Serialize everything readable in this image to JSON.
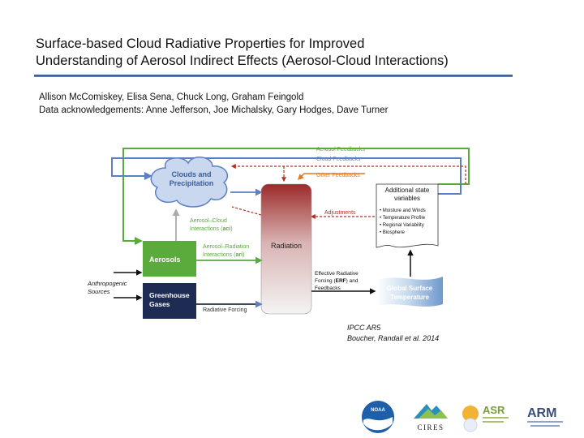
{
  "slide": {
    "title_line1": "Surface-based Cloud Radiative Properties for Improved",
    "title_line2": "Understanding of Aerosol Indirect Effects (Aerosol-Cloud Interactions)",
    "authors": "Allison McComiskey, Elisa Sena, Chuck Long, Graham Feingold",
    "acknowledgements": "Data acknowledgements: Anne Jefferson, Joe Michalsky, Gary Hodges, Dave Turner"
  },
  "diagram": {
    "aerosol_feedbacks": "Aerosol Feedbacks",
    "cloud_feedbacks": "Cloud Feedbacks",
    "other_feedbacks": "Other Feedbacks",
    "clouds_line1": "Clouds and",
    "clouds_line2": "Precipitation",
    "state_line1": "Additional state",
    "state_line2": "variables",
    "state_items": [
      "Moisture and Winds",
      "Temperature Profile",
      "Regional Variability",
      "Biosphere"
    ],
    "adjustments": "Adjustments",
    "aci_line1": "Aerosol–Cloud",
    "aci_line2_pre": "Interactions (",
    "aci_abbr": "aci",
    "aci_line2_post": ")",
    "ari_line1": "Aerosol–Radiation",
    "ari_line2_pre": "Interactions (",
    "ari_abbr": "ari",
    "ari_line2_post": ")",
    "radiation": "Radiation",
    "aerosols": "Aerosols",
    "anthro_line1": "Anthropogenic",
    "anthro_line2": "Sources",
    "ghg_line1": "Greenhouse",
    "ghg_line2": "Gases",
    "radiative_forcing": "Radiative Forcing",
    "erf_line1": "Effective Radiative",
    "erf_line2_pre": "Forcing (",
    "erf_abbr": "ERF",
    "erf_line2_post": ") and",
    "erf_line3": "Feedbacks",
    "gst_line1": "Global Surface",
    "gst_line2": "Temperature",
    "colors": {
      "green": "#5aaa3c",
      "blue": "#5b7fc4",
      "red": "#b03020",
      "orange": "#e07a20",
      "navy": "#1e2b52",
      "cloud": "#c9d8ee"
    }
  },
  "citation": {
    "line1": "IPCC AR5",
    "line2": "Boucher, Randall et al. 2014"
  },
  "logos": {
    "noaa": "NOAA",
    "cires": "CIRES",
    "asr": "ASR",
    "arm": "ARM"
  }
}
